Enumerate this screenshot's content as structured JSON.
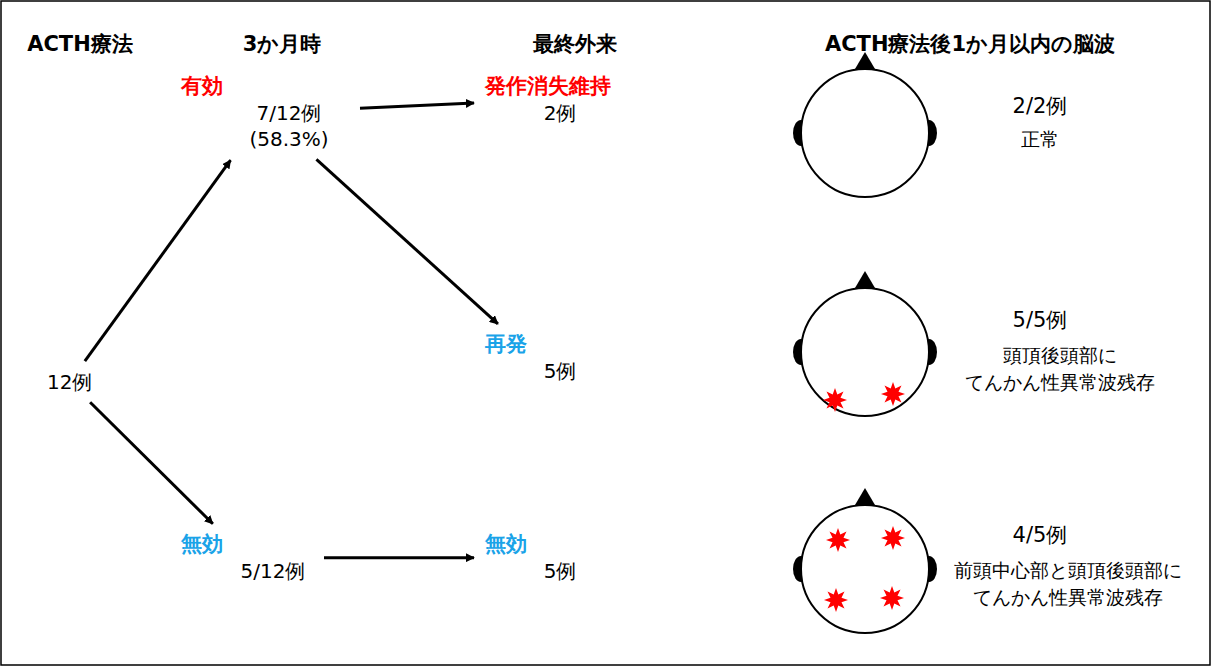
{
  "diagram": {
    "nodes": [
      {
        "text": [
          "12例"
        ]
      },
      {
        "text": [
          "有効",
          "7/12例 (58.3%)"
        ]
      },
      {
        "text": [
          "無効",
          "5/12例"
        ]
      },
      {
        "text": [
          "発作消失維持",
          "2例"
        ]
      },
      {
        "text": [
          "再発",
          "5例"
        ]
      },
      {
        "text": [
          "無効",
          "5例"
        ]
      }
    ],
    "edges": [
      {
        "from": 0,
        "to": 1,
        "arrow": "to"
      },
      {
        "from": 0,
        "to": 2,
        "arrow": "to"
      },
      {
        "from": 1,
        "to": 3,
        "arrow": "to"
      },
      {
        "from": 1,
        "to": 4,
        "arrow": "to"
      },
      {
        "from": 2,
        "to": 5,
        "arrow": "to"
      }
    ],
    "labels": [
      "ACTH療法",
      "3か月時",
      "最終外来",
      "ACTH療法後1か月以内の脳波",
      "2/2例",
      "正常",
      "5/5例",
      "頭頂後頭部に てんかん性異常波残存",
      "4/5例",
      "前頭中心部と頭頂後頭部に てんかん性異常波残存"
    ]
  }
}
